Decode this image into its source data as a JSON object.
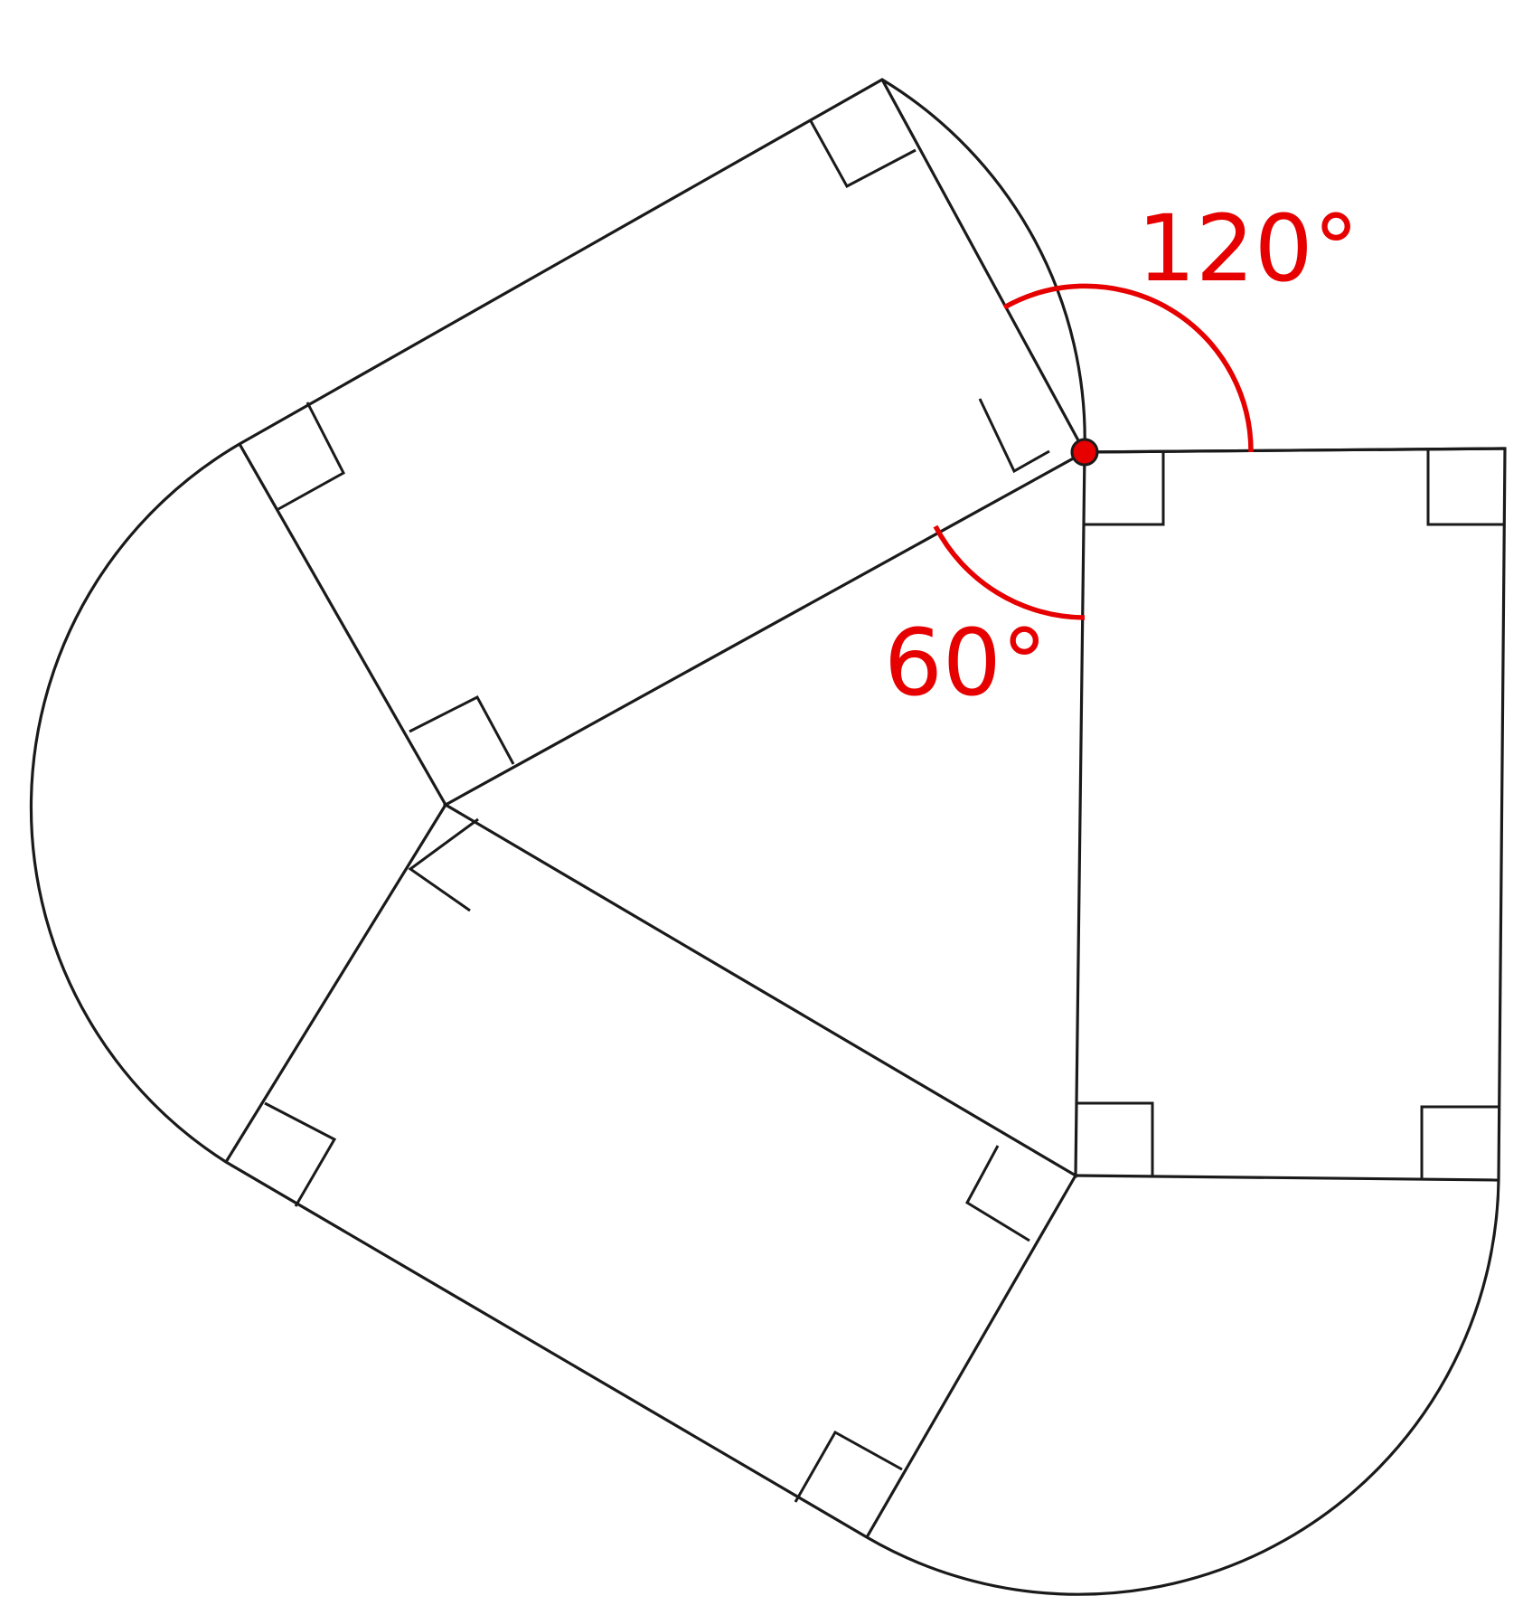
{
  "figure": {
    "angle_labels": {
      "upper": "120°",
      "lower": "60°"
    },
    "colors": {
      "lines": "#1a1a1a",
      "highlight": "#e60000",
      "background": "#ffffff"
    },
    "description_elements": [
      "equilateral-triangle",
      "three-rectangles",
      "three-circular-arcs",
      "right-angle-markers"
    ]
  }
}
